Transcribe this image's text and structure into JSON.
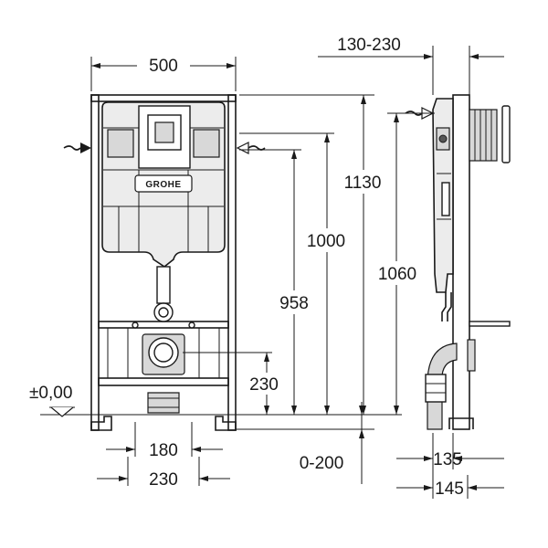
{
  "brand": {
    "logo_text": "GROHE"
  },
  "dimensions": {
    "width_500": "500",
    "depth_130_230": "130-230",
    "height_1130": "1130",
    "height_1000": "1000",
    "height_958": "958",
    "height_1060": "1060",
    "height_230": "230",
    "floor_level": "±0,00",
    "width_180": "180",
    "width_230": "230",
    "range_0_200": "0-200",
    "depth_135": "135",
    "depth_145": "145"
  },
  "icons": [
    "water-inlet-left-icon",
    "water-inlet-right-icon",
    "water-inlet-side-icon",
    "floor-level-triangle-icon"
  ]
}
